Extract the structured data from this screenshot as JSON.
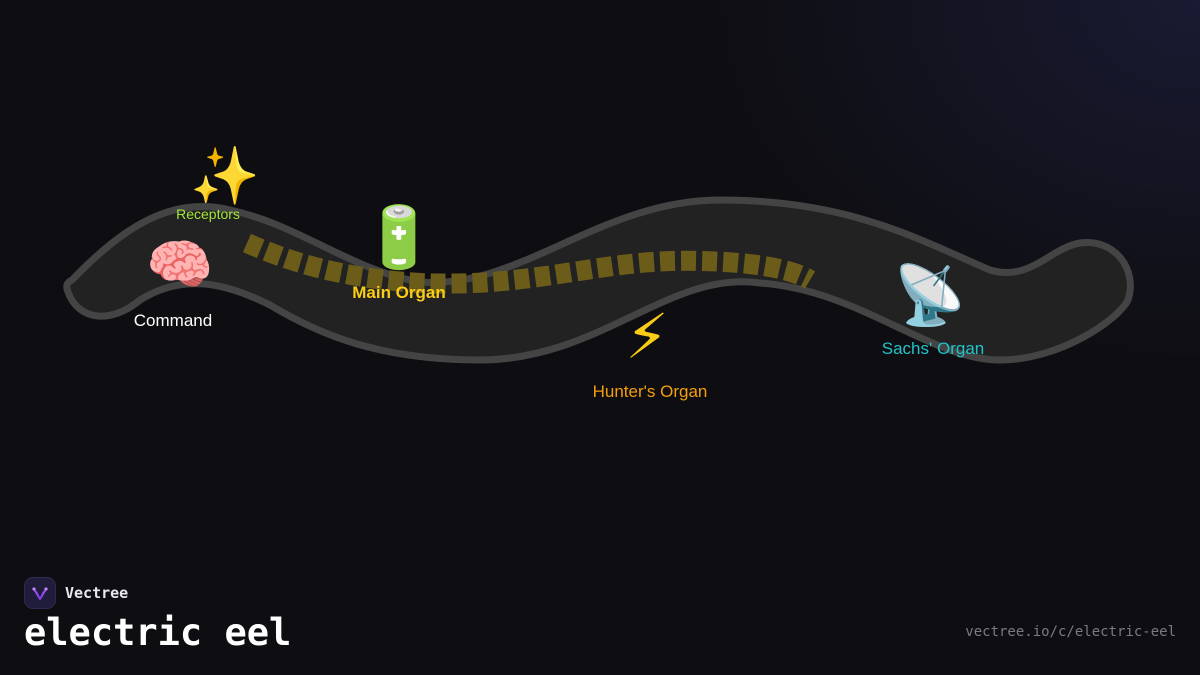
{
  "diagram": {
    "nodes": [
      {
        "id": "receptors",
        "label": "Receptors",
        "icon": "sparkles-icon",
        "glyph": "✨",
        "color": "#a3e635"
      },
      {
        "id": "command",
        "label": "Command",
        "icon": "brain-icon",
        "glyph": "🧠",
        "color": "#ffffff"
      },
      {
        "id": "main_organ",
        "label": "Main Organ",
        "icon": "battery-icon",
        "glyph": "🔋",
        "color": "#facc15"
      },
      {
        "id": "hunters_organ",
        "label": "Hunter's Organ",
        "icon": "lightning-icon",
        "glyph": "⚡",
        "color": "#f59e0b"
      },
      {
        "id": "sachs_organ",
        "label": "Sachs' Organ",
        "icon": "satellite-dish-icon",
        "glyph": "📡",
        "color": "#22c3c8"
      }
    ],
    "colors": {
      "body_fill": "#222222",
      "body_outline": "#444444",
      "charge_stripe": "#6b5c1a"
    }
  },
  "footer": {
    "brand_name": "Vectree",
    "logo_icon": "vectree-logo-icon",
    "title": "electric eel",
    "url": "vectree.io/c/electric-eel"
  }
}
